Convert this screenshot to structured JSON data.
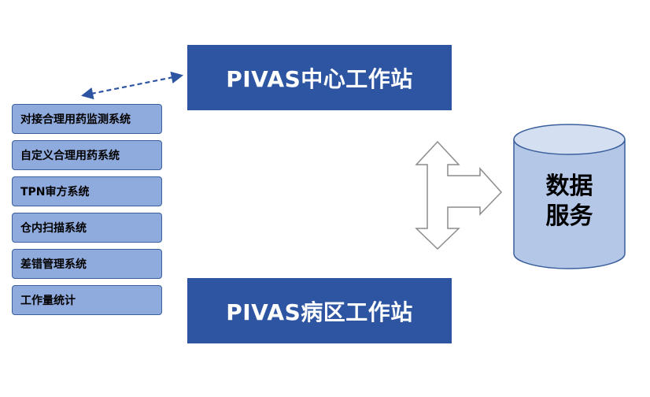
{
  "stations": {
    "center": "PIVAS中心工作站",
    "ward": "PIVAS病区工作站"
  },
  "modules": [
    "对接合理用药监测系统",
    "自定义合理用药系统",
    "TPN审方系统",
    "仓内扫描系统",
    "差错管理系统",
    "工作量统计"
  ],
  "database": {
    "line1": "数据",
    "line2": "服务"
  },
  "colors": {
    "station_fill": "#2e55a1",
    "module_fill": "#8faadc",
    "module_border": "#3a5f9c",
    "db_fill": "#b4c7e7",
    "db_stroke": "#3a5f9c",
    "arrow_dashed": "#2e55a1"
  }
}
